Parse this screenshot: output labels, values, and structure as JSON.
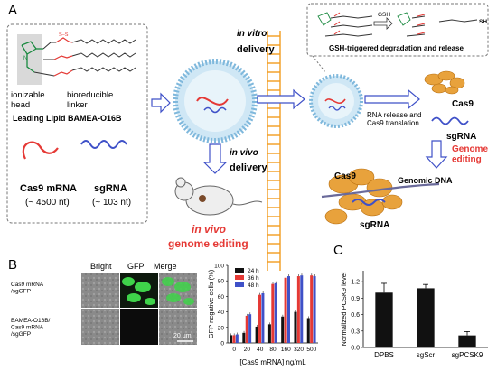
{
  "panel_a": {
    "label": "A",
    "lipid": {
      "head_label": "ionizable\nhead",
      "linker_label": "bioreducible\nlinker",
      "name_label": "Leading Lipid BAMEA-O16B"
    },
    "cas9_mrna": {
      "label": "Cas9 mRNA",
      "size": "(~ 4500 nt)"
    },
    "sgrna": {
      "label": "sgRNA",
      "size": "(~ 103 nt)"
    },
    "in_vitro": {
      "italic": "in vitro",
      "rest": "delivery"
    },
    "in_vivo": {
      "italic": "in vivo",
      "rest": "delivery"
    },
    "in_vivo_editing": {
      "italic": "in vivo",
      "rest": "genome editing"
    },
    "gsh_box": {
      "label": "GSH-triggered degradation and release",
      "arrow_label": "GSH",
      "sh_label": "SH"
    },
    "release_label": "RNA release and\nCas9 translation",
    "cas9_label": "Cas9",
    "sgrna_label": "sgRNA",
    "genome_editing": "Genome\nediting",
    "genomic_dna": "Genomic DNA",
    "cas9_complex_label": "Cas9",
    "sgrna_complex_label": "sgRNA"
  },
  "panel_b": {
    "label": "B",
    "col_headers": [
      "Bright",
      "GFP",
      "Merge"
    ],
    "row_labels": [
      "Cas9 mRNA\n/sgGFP",
      "BAMEA-O16B/\nCas9 mRNA\n/sgGFP"
    ],
    "scale_bar": "20 μm"
  },
  "panel_c": {
    "label": "C"
  },
  "chart_data": [
    {
      "type": "bar",
      "title": "",
      "xlabel": "[Cas9 mRNA] ng/mL",
      "ylabel": "GFP negative cells (%)",
      "ylim": [
        0,
        100
      ],
      "yticks": [
        0,
        20,
        40,
        60,
        80,
        100
      ],
      "legend_position": "top-left",
      "categories": [
        "0",
        "20",
        "40",
        "80",
        "160",
        "320",
        "500"
      ],
      "series": [
        {
          "name": "24 h",
          "color": "#111111",
          "values": [
            10,
            13,
            21,
            24,
            34,
            40,
            32
          ]
        },
        {
          "name": "36 h",
          "color": "#e53935",
          "values": [
            10,
            35,
            62,
            76,
            84,
            86,
            87
          ]
        },
        {
          "name": "48 h",
          "color": "#3f51c8",
          "values": [
            11,
            37,
            64,
            77,
            86,
            87,
            86
          ]
        }
      ],
      "grid": false
    },
    {
      "type": "bar",
      "title": "",
      "xlabel": "",
      "ylabel": "Normalized PCSK9 level",
      "ylim": [
        0,
        1.4
      ],
      "yticks": [
        "0.0",
        "0.3",
        "0.6",
        "0.9",
        "1.2"
      ],
      "categories": [
        "DPBS",
        "sgScr",
        "sgPCSK9"
      ],
      "values": [
        1.0,
        1.08,
        0.22
      ],
      "errors": [
        0.17,
        0.07,
        0.07
      ],
      "color": "#111111",
      "grid": false
    }
  ]
}
